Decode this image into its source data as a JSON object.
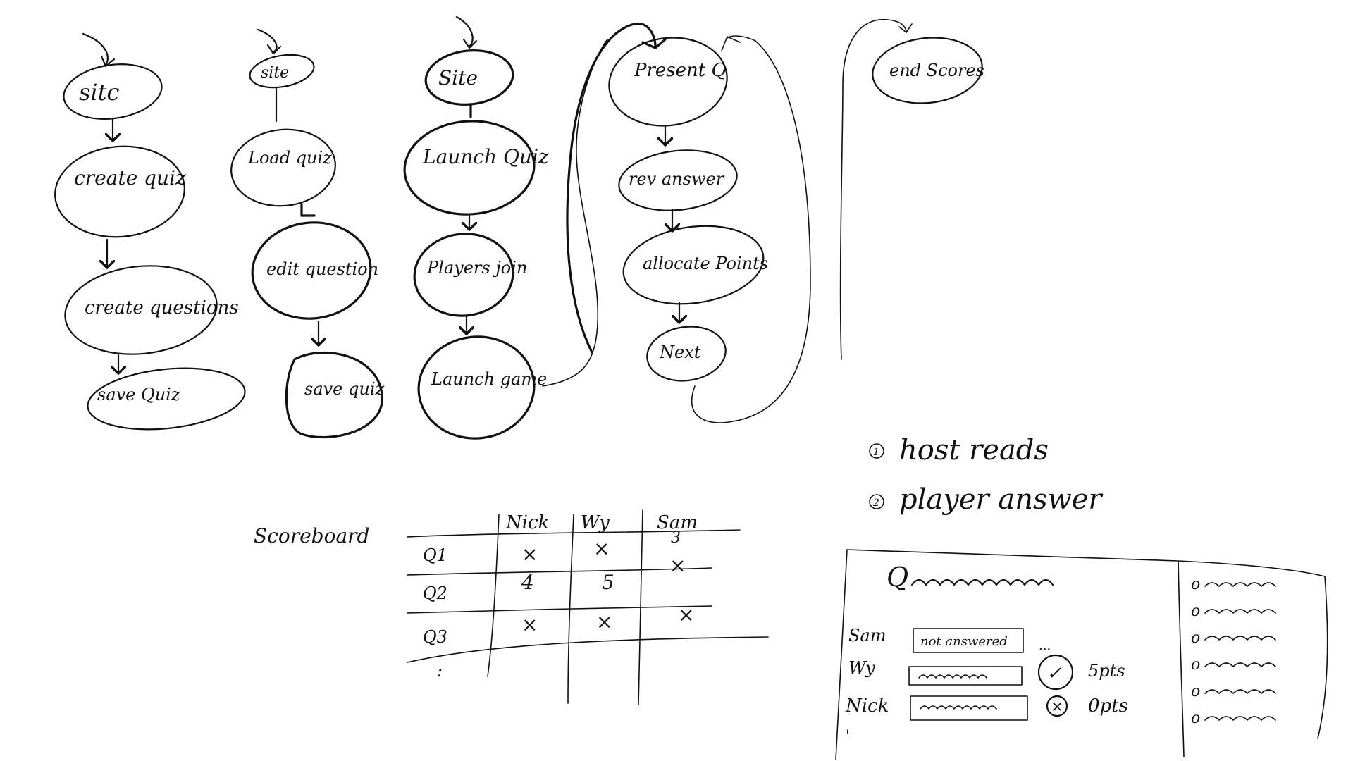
{
  "flows": [
    {
      "id": "create-flow",
      "nodes": [
        "sitc",
        "create quiz",
        "create questions",
        "save Quiz"
      ]
    },
    {
      "id": "edit-flow",
      "nodes": [
        "site",
        "Load quiz",
        "edit question",
        "save quiz"
      ]
    },
    {
      "id": "launch-flow",
      "nodes": [
        "Site",
        "Launch Quiz",
        "Players join",
        "Launch game"
      ]
    },
    {
      "id": "game-loop",
      "nodes": [
        "Present Q",
        "rev answer",
        "allocate Points",
        "Next"
      ]
    }
  ],
  "end_node": "end Scores",
  "notes": [
    {
      "num": "1",
      "text": "host reads"
    },
    {
      "num": "2",
      "text": "player answer"
    }
  ],
  "scoreboard": {
    "label": "Scoreboard",
    "columns": [
      "Nick",
      "Wy",
      "Sam"
    ],
    "rows": [
      {
        "label": "Q1",
        "cells": [
          "×",
          "×",
          "3"
        ]
      },
      {
        "label": "Q2",
        "cells": [
          "4",
          "5",
          "×"
        ]
      },
      {
        "label": "Q3",
        "cells": [
          "×",
          "×",
          "×"
        ]
      }
    ],
    "ellipsis": ":"
  },
  "host_view": {
    "question_label": "Q",
    "answers": [
      {
        "player": "Sam",
        "value": "not answered"
      },
      {
        "player": "Wy",
        "value": ""
      },
      {
        "player": "Nick",
        "value": ""
      }
    ],
    "more": "...",
    "marks": [
      {
        "symbol": "✓",
        "label": "5pts"
      },
      {
        "symbol": "×",
        "label": "0pts"
      }
    ],
    "list_marker": "o"
  }
}
